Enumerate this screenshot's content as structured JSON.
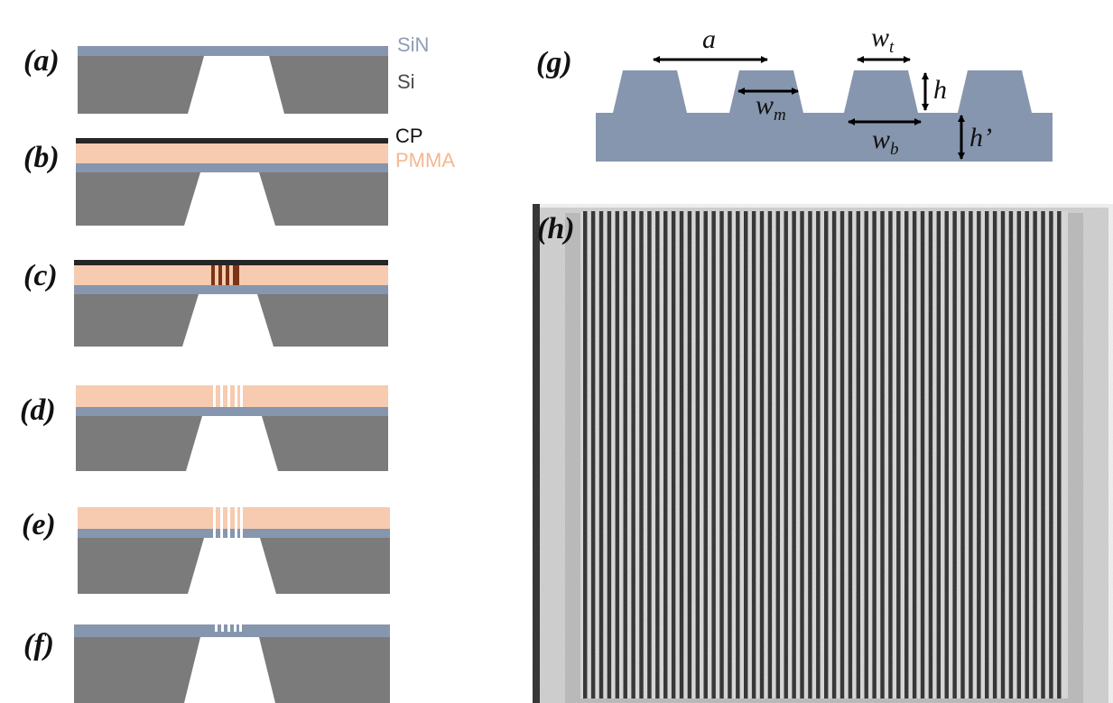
{
  "panels": {
    "a": "(a)",
    "b": "(b)",
    "c": "(c)",
    "d": "(d)",
    "e": "(e)",
    "f": "(f)",
    "g": "(g)",
    "h": "(h)"
  },
  "layers": {
    "sin": "SiN",
    "si": "Si",
    "cp": "CP",
    "pmma": "PMMA"
  },
  "dimensions": {
    "a": "a",
    "wt_base": "w",
    "wt_sub": "t",
    "wm_base": "w",
    "wm_sub": "m",
    "wb_base": "w",
    "wb_sub": "b",
    "h": "h",
    "h_prime": "h’"
  },
  "colors": {
    "si": "#7b7b7b",
    "sin": "#8696ae",
    "pmma": "#f6cbb0",
    "cp": "#262626",
    "exposed": "#7b3416",
    "background": "#ffffff"
  },
  "sem_image": {
    "line_count": 60
  }
}
